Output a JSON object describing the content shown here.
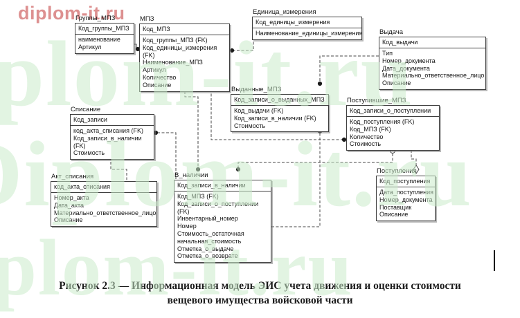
{
  "watermark": {
    "logo": "diplom-it.ru",
    "tile": "Diplom-it.ru"
  },
  "caption": {
    "line1": "Рисунок 2.3 — Информационная модель ЭИС учета движения и оценки стоимости",
    "line2": "вещевого имущества войсковой части"
  },
  "entities": [
    {
      "id": "groups",
      "title": "Группы_МПЗ",
      "pk": [
        "Код_группы_МПЗ"
      ],
      "attrs": [
        "наименование",
        "Артикул"
      ]
    },
    {
      "id": "mpz",
      "title": "МПЗ",
      "pk": [
        "Код_МПЗ"
      ],
      "attrs": [
        "Код_группы_МПЗ (FK)",
        "Код_единицы_измерения (FK)",
        "Наименование_МПЗ",
        "Артикул",
        "Количество",
        "Описание"
      ]
    },
    {
      "id": "unit",
      "title": "Единица_измерения",
      "pk": [
        "Код_единицы_измерения"
      ],
      "attrs": [
        "Наименование_единицы_измерения"
      ]
    },
    {
      "id": "vydacha",
      "title": "Выдача",
      "pk": [
        "Код_выдачи"
      ],
      "attrs": [
        "Тип",
        "Номер_документа",
        "Дата_документа",
        "Материально_ответственное_лицо",
        "Описание"
      ]
    },
    {
      "id": "vydannye",
      "title": "Выданные_МПЗ",
      "pk": [
        "Код_записи_о_выданных_МПЗ"
      ],
      "attrs": [
        "Код_выдачи (FK)",
        "Код_записи_в_наличии (FK)",
        "Стоимость"
      ]
    },
    {
      "id": "postmpz",
      "title": "Поступившие_МПЗ",
      "pk": [
        "Код_записи_о_поступлении"
      ],
      "attrs": [
        "Код_поступления (FK)",
        "Код_МПЗ (FK)",
        "Количество",
        "Стоимость"
      ]
    },
    {
      "id": "spisanie",
      "title": "Списание",
      "pk": [
        "Код_записи"
      ],
      "attrs": [
        "код_акта_списания (FK)",
        "Код_записи_в_наличии (FK)",
        "Стоимость"
      ]
    },
    {
      "id": "akt",
      "title": "Акт_списания",
      "pk": [
        "код_акта_списания"
      ],
      "attrs": [
        "Номер_акта",
        "Дата_акта",
        "Материально_ответственное_лицо",
        "Описание"
      ]
    },
    {
      "id": "vn",
      "title": "В_наличии",
      "pk": [
        "Код_записи_в_наличии"
      ],
      "attrs": [
        "Код_МПЗ (FK)",
        "Код_записи_о_поступлении (FK)",
        "Инвентарный_номер",
        "Номер",
        "Стоимость_остаточная",
        "начальная_стоимость",
        "Отметка_о_выдаче",
        "Отметка_о_возврате"
      ]
    },
    {
      "id": "postuplenia",
      "title": "Поступления",
      "pk": [
        "Код_поступления"
      ],
      "attrs": [
        "Дата_поступления",
        "Номер_документа",
        "Поставщик",
        "Описание"
      ]
    }
  ],
  "relationships": [
    {
      "parent": "Группы_МПЗ",
      "child": "МПЗ",
      "line": "solid"
    },
    {
      "parent": "Единица_измерения",
      "child": "МПЗ",
      "line": "dashed"
    },
    {
      "parent": "МПЗ",
      "child": "В_наличии",
      "line": "dashed"
    },
    {
      "parent": "МПЗ",
      "child": "Поступившие_МПЗ",
      "line": "dashed"
    },
    {
      "parent": "Выдача",
      "child": "Выданные_МПЗ",
      "line": "dashed"
    },
    {
      "parent": "В_наличии",
      "child": "Выданные_МПЗ",
      "line": "dashed"
    },
    {
      "parent": "В_наличии",
      "child": "Списание",
      "line": "dashed"
    },
    {
      "parent": "Акт_списания",
      "child": "Списание",
      "line": "dashed"
    },
    {
      "parent": "Поступившие_МПЗ",
      "child": "В_наличии",
      "line": "dashed"
    },
    {
      "parent": "Поступления",
      "child": "Поступившие_МПЗ",
      "line": "dashed"
    }
  ],
  "colors": {
    "logo_pink": "#dd9090",
    "watermark_green": "#cbebcb",
    "entity_border": "#3f3f3f",
    "line": "#444444",
    "caption_text": "#1c1c1c"
  }
}
